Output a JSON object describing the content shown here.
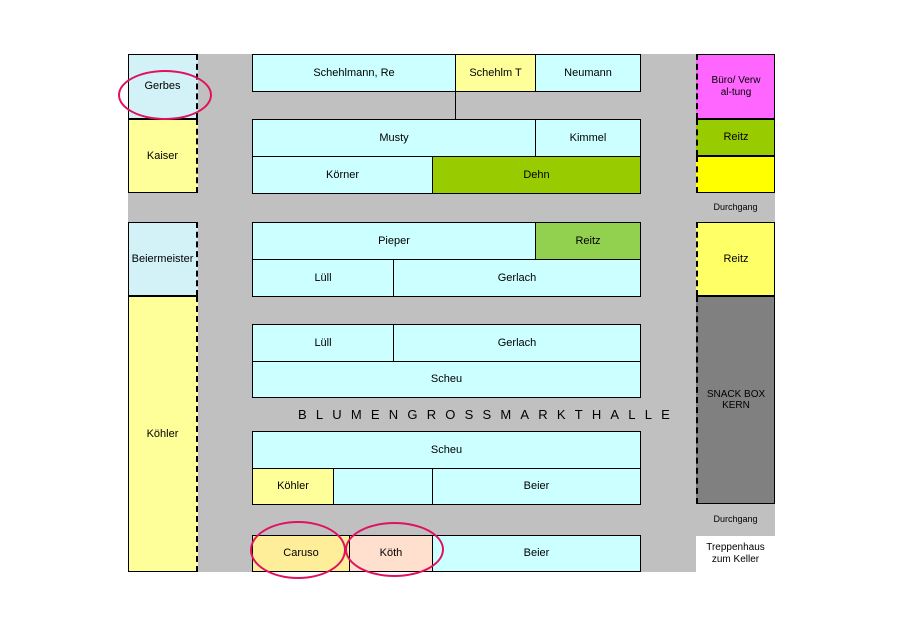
{
  "hall_title": "BLUMENGROSSMARKTHALLE",
  "colors": {
    "tenant": "#ccffff",
    "light_blue": "#d2f2f7",
    "yellow": "#ffff99",
    "bright_yellow": "#ffff00",
    "green": "#99cc00",
    "light_green": "#92d050",
    "magenta": "#ff66ff",
    "snack": "#808080",
    "peach": "#ffdfcd",
    "floor": "#c0c0c0",
    "highlight_ring": "#e0115f"
  },
  "left_column": {
    "gerbes": "Gerbes",
    "kaiser": "Kaiser",
    "beiermeister": "Beiermeister",
    "koehler": "Köhler"
  },
  "right_column": {
    "buero": "Büro/ Verwal-tung",
    "reitz_top": "Reitz",
    "durchgang_1": "Durchgang",
    "reitz_mid": "Reitz",
    "snack_box": "SNACK BOX KERN",
    "durchgang_2": "Durchgang",
    "treppenhaus": "Treppenhaus zum Keller"
  },
  "block1": {
    "schehlmann": "Schehlmann, Re",
    "schehlm_t": "Schehlm T",
    "neumann": "Neumann"
  },
  "block2": {
    "musty": "Musty",
    "kimmel": "Kimmel",
    "koerner": "Körner",
    "dehn": "Dehn"
  },
  "block3": {
    "pieper": "Pieper",
    "reitz": "Reitz",
    "luell": "Lüll",
    "gerlach": "Gerlach"
  },
  "block4": {
    "luell": "Lüll",
    "gerlach": "Gerlach",
    "scheu": "Scheu"
  },
  "block5": {
    "scheu": "Scheu",
    "koehler": "Köhler",
    "beier": "Beier"
  },
  "block6": {
    "caruso": "Caruso",
    "koeth": "Köth",
    "beier": "Beier"
  }
}
